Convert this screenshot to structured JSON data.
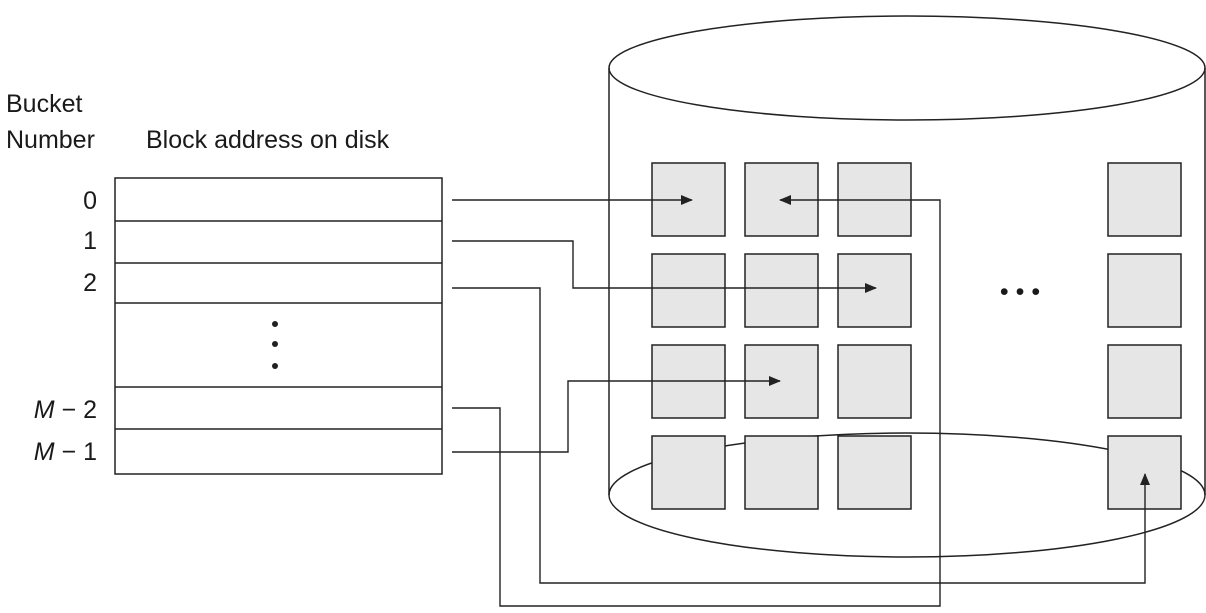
{
  "header": {
    "bucket_line1": "Bucket",
    "bucket_line2": "Number",
    "block_address": "Block address on disk"
  },
  "buckets": [
    {
      "label": "0"
    },
    {
      "label": "1"
    },
    {
      "label": "2"
    },
    {
      "label_italic": "M",
      "label_rest": " − 2"
    },
    {
      "label_italic": "M",
      "label_rest": " − 1"
    }
  ],
  "disk": {
    "ellipsis": "• • •",
    "block_fill": "#e6e6e6",
    "stroke": "#222222"
  }
}
